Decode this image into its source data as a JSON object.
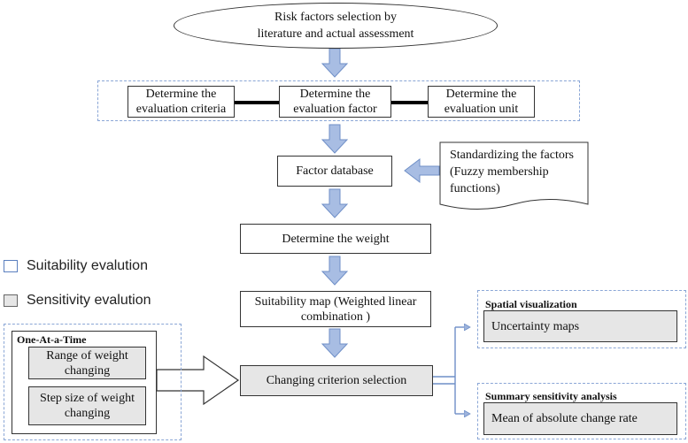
{
  "start": "Risk factors selection by literature and actual assessment",
  "criteria": {
    "evaluation_criteria": "Determine the evaluation criteria",
    "evaluation_factor": "Determine the evaluation factor",
    "evaluation_unit": "Determine the evaluation unit"
  },
  "factor_database": "Factor database",
  "standardizing": "Standardizing the factors (Fuzzy membership functions)",
  "determine_weight": "Determine the weight",
  "suitability_map": "Suitability map (Weighted linear combination )",
  "changing_criterion": "Changing criterion selection",
  "legend": {
    "suitability": "Suitability evalution",
    "sensitivity": "Sensitivity evalution"
  },
  "oat": {
    "title": "One-At-a-Time",
    "range": "Range of weight changing",
    "step": "Step size of weight changing"
  },
  "spatial": {
    "title": "Spatial visualization",
    "item": "Uncertainty maps"
  },
  "summary": {
    "title": "Summary sensitivity analysis",
    "item": "Mean of absolute change rate"
  }
}
